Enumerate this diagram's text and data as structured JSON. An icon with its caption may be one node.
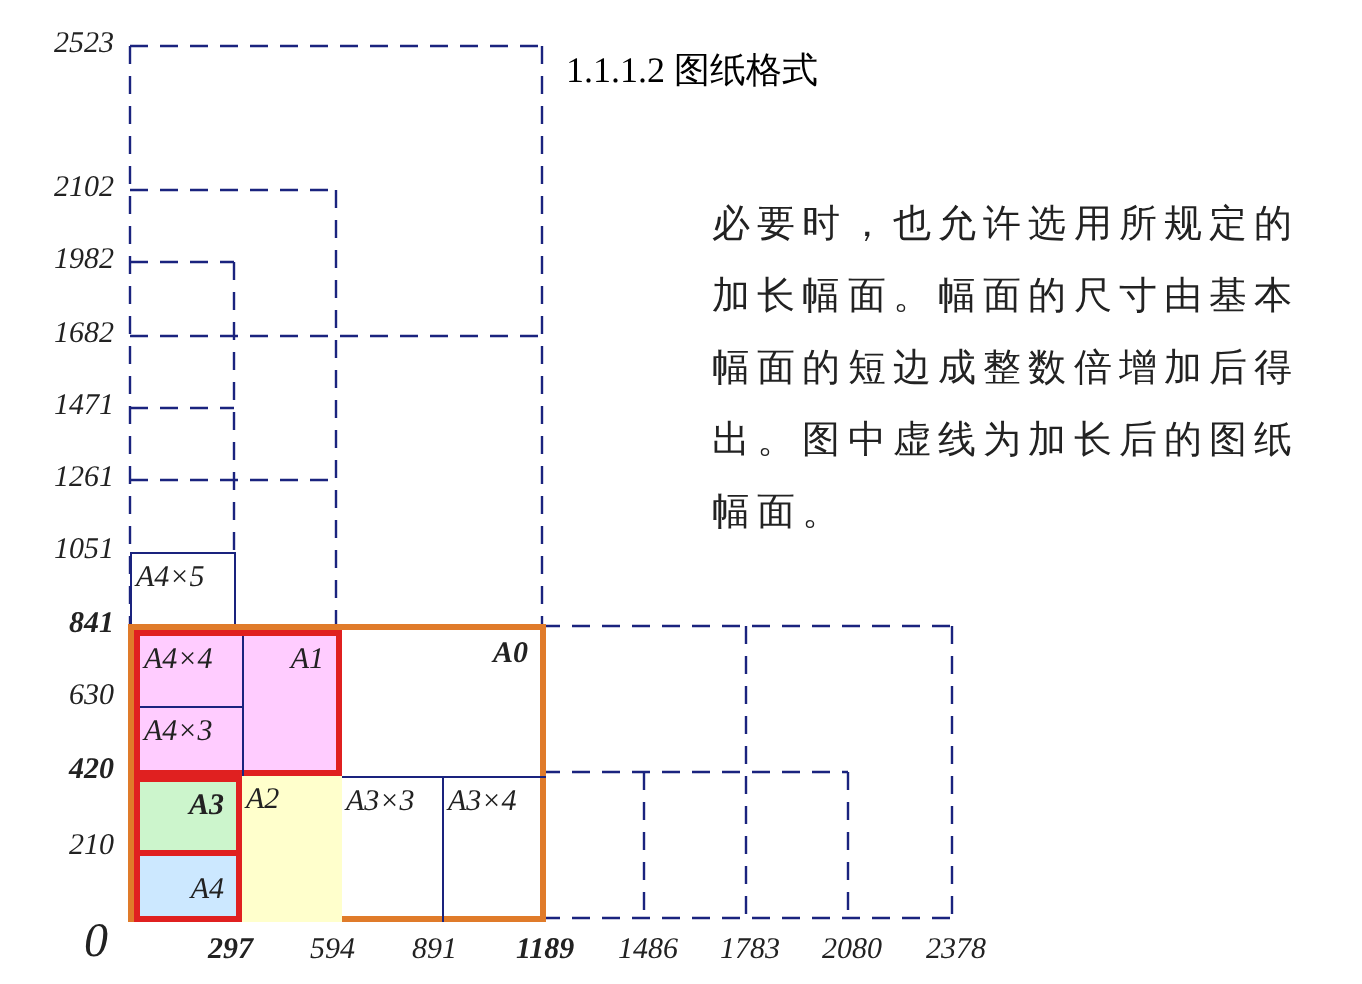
{
  "diagram": {
    "title": "1.1.1.2 图纸格式",
    "nodes": [
      {
        "text": [
          "A4×5"
        ]
      },
      {
        "text": [
          "A0"
        ]
      },
      {
        "text": [
          "A1"
        ],
        "in": 1
      },
      {
        "text": [
          "A4×4"
        ],
        "in": 2
      },
      {
        "text": [
          "A4×3"
        ],
        "in": 2
      },
      {
        "text": [
          "A3"
        ],
        "in": 1
      },
      {
        "text": [
          "A4"
        ],
        "in": 5
      },
      {
        "text": [
          "A2"
        ],
        "in": 1
      },
      {
        "text": [
          "A3×3"
        ],
        "in": 1
      },
      {
        "text": [
          "A3×4"
        ],
        "in": 1
      }
    ],
    "labels": [
      "必要时，也允许选用所规定的加长幅面。幅面的尺寸由基本幅面的短边成整数倍增加后得出。图中虚线为加长后的图纸幅面。",
      "2523",
      "2102",
      "1982",
      "1682",
      "1471",
      "1261",
      "1051",
      "841",
      "630",
      "420",
      "210",
      "0",
      "297",
      "594",
      "891",
      "1189",
      "1486",
      "1783",
      "2080",
      "2378"
    ]
  }
}
